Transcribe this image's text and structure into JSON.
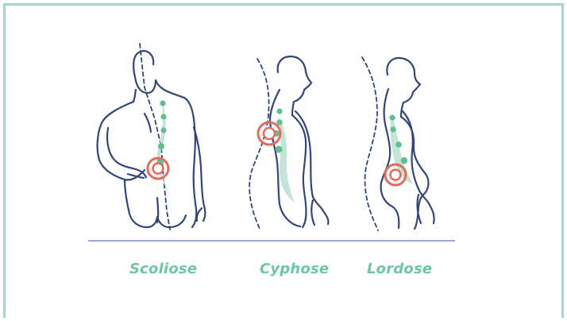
{
  "labels": {
    "scoliose": "Scoliose",
    "cyphose": "Cyphose",
    "lordose": "Lordose"
  },
  "figures": [
    {
      "name": "scoliose",
      "kind": "back-view figure with curved spine"
    },
    {
      "name": "cyphose",
      "kind": "side-view figure with rounded upper back"
    },
    {
      "name": "lordose",
      "kind": "side-view figure with exaggerated lower back curve"
    }
  ],
  "colors": {
    "frame": "#a6d6c3",
    "outline": "#33457d",
    "label": "#6dc7a1",
    "spine_dots": "#5fc08f",
    "spine_fill": "#b9e1d1",
    "pain_ring": "#e46b5a",
    "pain_ring_inner": "#f7c6bf",
    "divider": "#9aa7cf"
  },
  "icons": {
    "pain_marker": "pain-target-icon",
    "vertebra_marker": "vertebra-dot-icon"
  }
}
